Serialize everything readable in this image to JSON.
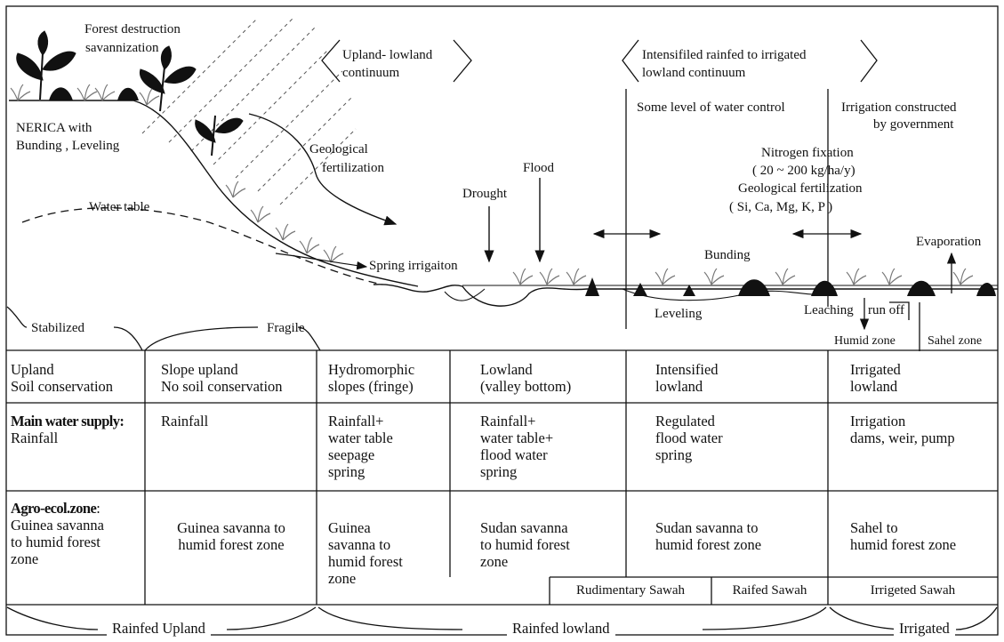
{
  "annotations": {
    "forest_destruction": [
      "Forest destruction",
      "savannization"
    ],
    "upland_lowland": [
      "Upland- lowland",
      "continuum"
    ],
    "intensified": [
      "Intensifiled rainfed to irrigated",
      "lowland continuum"
    ],
    "nerica": [
      "NERICA with",
      "Bunding , Leveling"
    ],
    "geological_fert_left": [
      "Geological",
      "fertilization"
    ],
    "flood": "Flood",
    "drought": "Drought",
    "water_table": "Water table",
    "some_control": "Some level of water control",
    "irrigation_gov": [
      "Irrigation constructed",
      "by government"
    ],
    "nitrogen": [
      "Nitrogen fixation",
      "( 20 ~ 200 kg/ha/y)",
      "Geological fertilization",
      "( Si, Ca, Mg, K, P )"
    ],
    "evaporation": "Evaporation",
    "bunding": "Bunding",
    "spring_irrigation": "Spring irrigaiton",
    "leveling": "Leveling",
    "leaching": "Leaching",
    "run_off": "run off",
    "humid_zone": "Humid zone",
    "sahel_zone": "Sahel zone",
    "stabilized": "Stabilized",
    "fragile": "Fragile"
  },
  "table": {
    "row1": [
      "Upland\nSoil conservation",
      "Slope upland\nNo soil conservation",
      "Hydromorphic\nslopes (fringe)",
      "Lowland\n(valley bottom)",
      "Intensified\nlowland",
      "Irrigated\nlowland"
    ],
    "row2_label": "Main water supply:",
    "row2": [
      "Rainfall",
      "Rainfall",
      "Rainfall+\nwater table\nseepage\nspring",
      "Rainfall+\nwater table+\nflood water\nspring",
      "Regulated\nflood water\nspring",
      "Irrigation\ndams, weir, pump"
    ],
    "row3_label": "Agro-ecol.zone",
    "row3": [
      ":\nGuinea savanna\nto humid forest\nzone",
      "Guinea savanna to\nhumid forest zone",
      "Guinea\nsavanna to\nhumid forest\nzone",
      "Sudan savanna\nto humid forest\nzone",
      "Sudan savanna to\nhumid forest zone",
      "Sahel to\nhumid forest zone"
    ],
    "sawah": [
      "Rudimentary Sawah",
      "Raifed Sawah",
      "Irrigeted Sawah"
    ]
  },
  "footer": [
    "Rainfed Upland",
    "Rainfed lowland",
    "Irrigated"
  ]
}
